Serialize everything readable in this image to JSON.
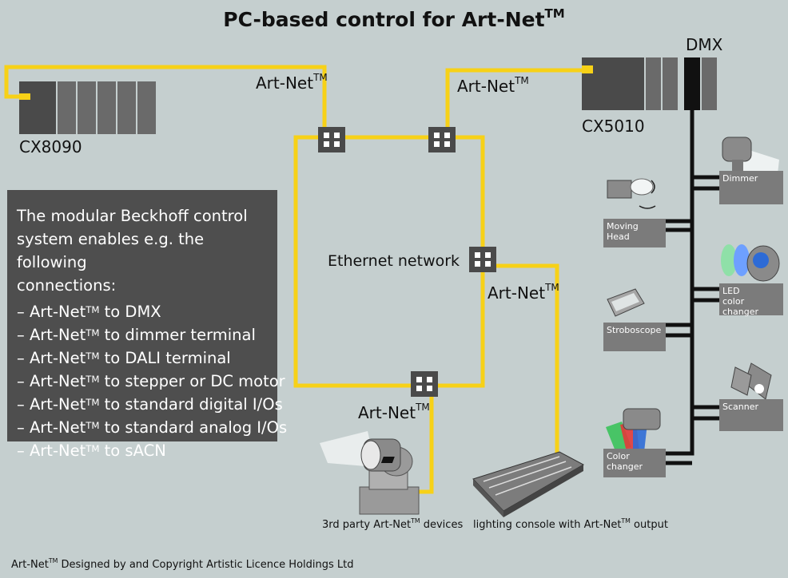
{
  "title": "PC-based control for Art-Net",
  "tm": "TM",
  "artnet": "Art-Net",
  "labels": {
    "cx8090": "CX8090",
    "cx5010": "CX5010",
    "dmx": "DMX",
    "ethernet": "Ethernet network",
    "third_party_prefix": "3rd party Art-Net",
    "third_party_suffix": " devices",
    "console_prefix": "lighting console with Art-Net",
    "console_suffix": " output"
  },
  "infobox": {
    "intro": "The modular Beckhoff control\nsystem enables e.g. the following\nconnections:",
    "items": [
      {
        "prefix": "– Art-Net",
        "suffix": " to DMX"
      },
      {
        "prefix": "– Art-Net",
        "suffix": " to dimmer terminal"
      },
      {
        "prefix": "– Art-Net",
        "suffix": " to DALI terminal"
      },
      {
        "prefix": "– Art-Net",
        "suffix": " to stepper or DC motor"
      },
      {
        "prefix": "– Art-Net",
        "suffix": " to standard digital I/Os"
      },
      {
        "prefix": "– Art-Net",
        "suffix": " to standard analog I/Os"
      },
      {
        "prefix": "– Art-Net",
        "suffix": " to sACN"
      }
    ]
  },
  "devices": {
    "dimmer": "Dimmer",
    "moving_head": "Moving Head",
    "led_line1": "LED",
    "led_line2": "color changer",
    "stroboscope": "Stroboscope",
    "scanner": "Scanner",
    "color_changer": "Color changer"
  },
  "footer": {
    "prefix": "Art-Net",
    "suffix": " Designed by and Copyright Artistic Licence Holdings Ltd"
  },
  "colors": {
    "background": "#c5cfcf",
    "cable": "#f7d117",
    "dmx_cable": "#111111",
    "module_dark": "#4a4a4a",
    "module_mid": "#6a6a6a",
    "infobox": "#4e4e4e",
    "device_label": "#7b7b7b"
  }
}
